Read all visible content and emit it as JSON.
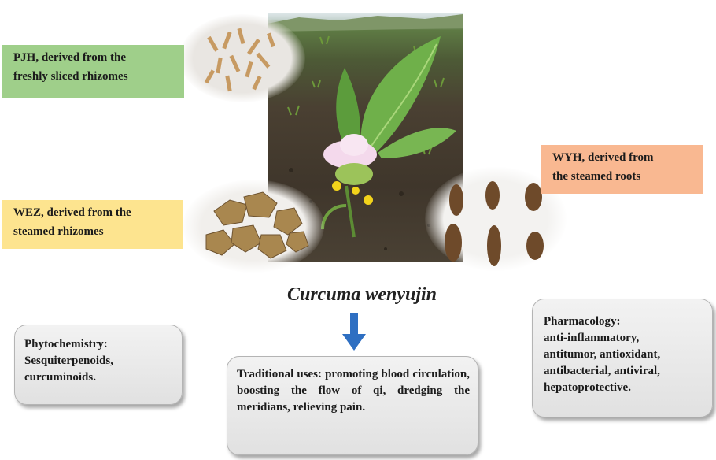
{
  "labels": {
    "pjh": [
      "PJH, derived from the",
      "freshly sliced rhizomes"
    ],
    "wez": [
      "WEZ, derived from the",
      "steamed rhizomes"
    ],
    "wyh": [
      "WYH, derived from",
      "the steamed roots"
    ]
  },
  "species": "Curcuma wenyujin",
  "phytochemistry": [
    "Phytochemistry:",
    "Sesquiterpenoids,",
    "curcuminoids."
  ],
  "traditional_uses": "Traditional uses: promoting blood circulation, boosting the flow of qi, dredging the meridians, relieving pain.",
  "pharmacology": [
    "Pharmacology:",
    "anti-inflammatory,",
    "antitumor, antioxidant,",
    "antibacterial, antiviral,",
    "hepatoprotective."
  ],
  "colors": {
    "pjh_box": "#9fcf8a",
    "wez_box": "#fde48f",
    "wyh_box": "#f9b891",
    "arrow": "#2e6fc2"
  }
}
